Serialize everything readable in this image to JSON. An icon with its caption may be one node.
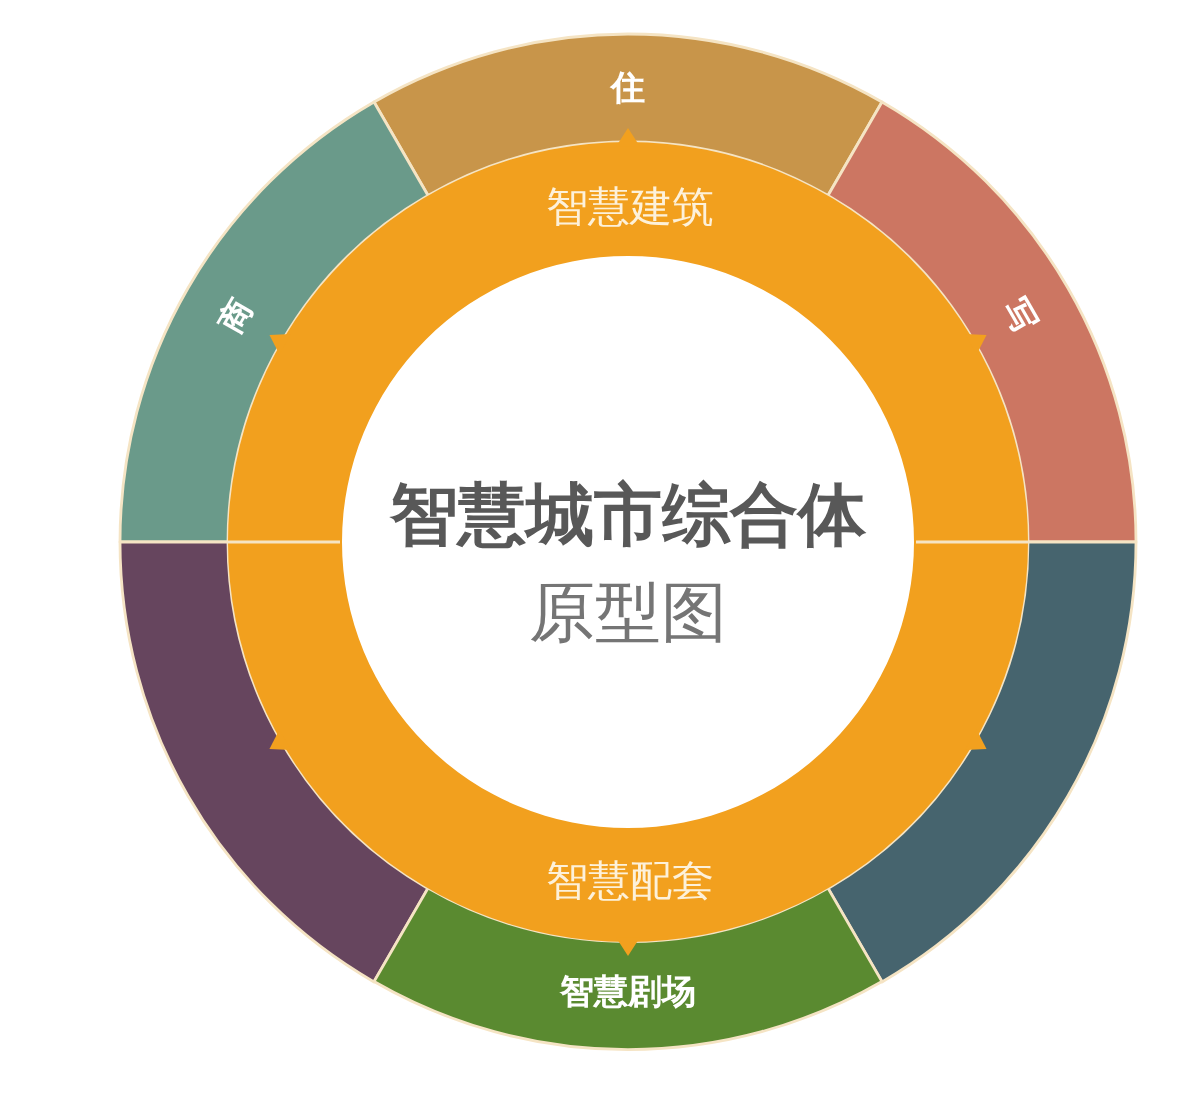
{
  "diagram": {
    "nodes": [
      {
        "text": [
          "住"
        ]
      },
      {
        "text": [
          "商"
        ]
      },
      {
        "text": [
          "写"
        ]
      },
      {
        "text": [
          "智慧建筑",
          "智慧配套"
        ]
      },
      {
        "text": [
          "智慧城市综合体",
          "原型图"
        ],
        "in": 3
      },
      {
        "text": [],
        "shape": "arc"
      },
      {
        "text": [],
        "shape": "arc"
      },
      {
        "text": [
          "智慧剧场"
        ]
      }
    ]
  }
}
